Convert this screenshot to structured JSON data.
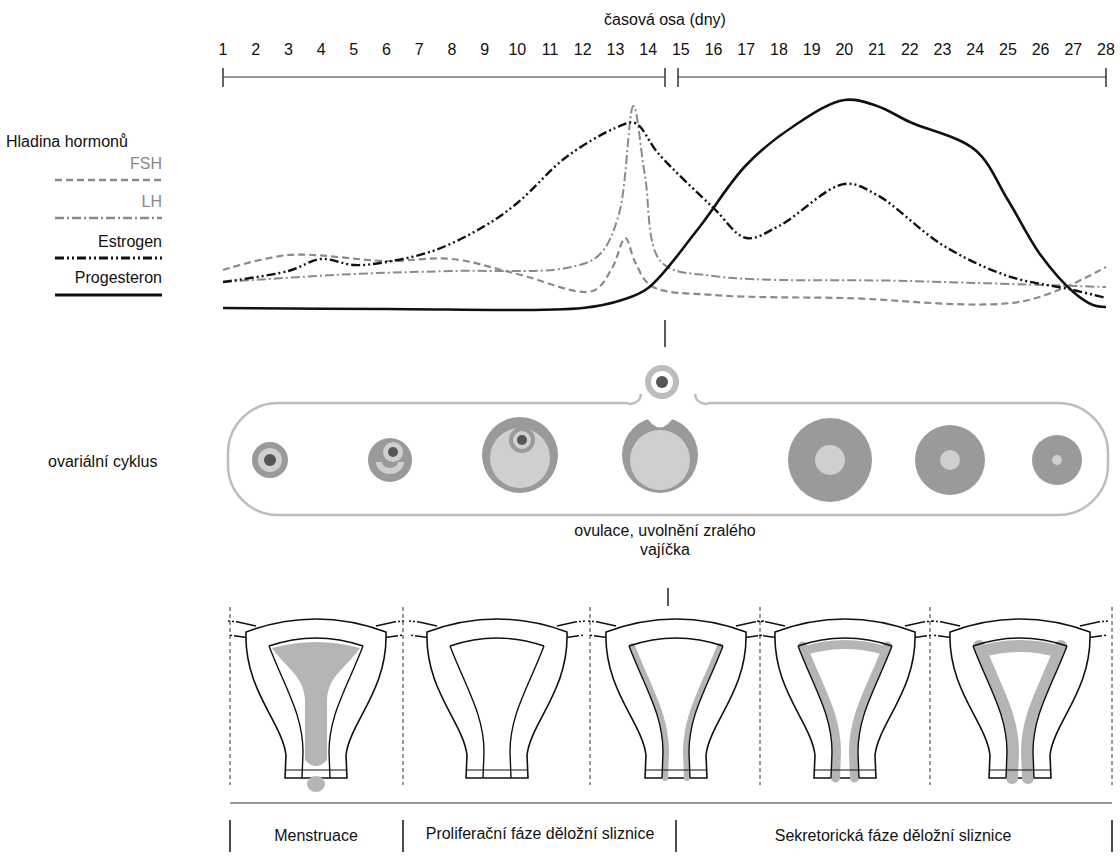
{
  "diagram": {
    "labels": [
      "časová osa (dny)",
      "1",
      "2",
      "3",
      "4",
      "5",
      "6",
      "7",
      "8",
      "9",
      "10",
      "11",
      "12",
      "13",
      "14",
      "15",
      "16",
      "17",
      "18",
      "19",
      "20",
      "21",
      "22",
      "23",
      "24",
      "25",
      "26",
      "27",
      "28",
      "Hladina hormonů",
      "ovariální cyklus",
      "ovulace, uvolnění zralého vajíčka",
      "Menstruace",
      "Proliferační fáze děložní sliznice",
      "Sekretorická fáze děložní sliznice"
    ],
    "legend": [
      {
        "text": "FSH"
      },
      {
        "text": "LH"
      },
      {
        "text": "Estrogen"
      },
      {
        "text": "Progesteron"
      }
    ]
  }
}
